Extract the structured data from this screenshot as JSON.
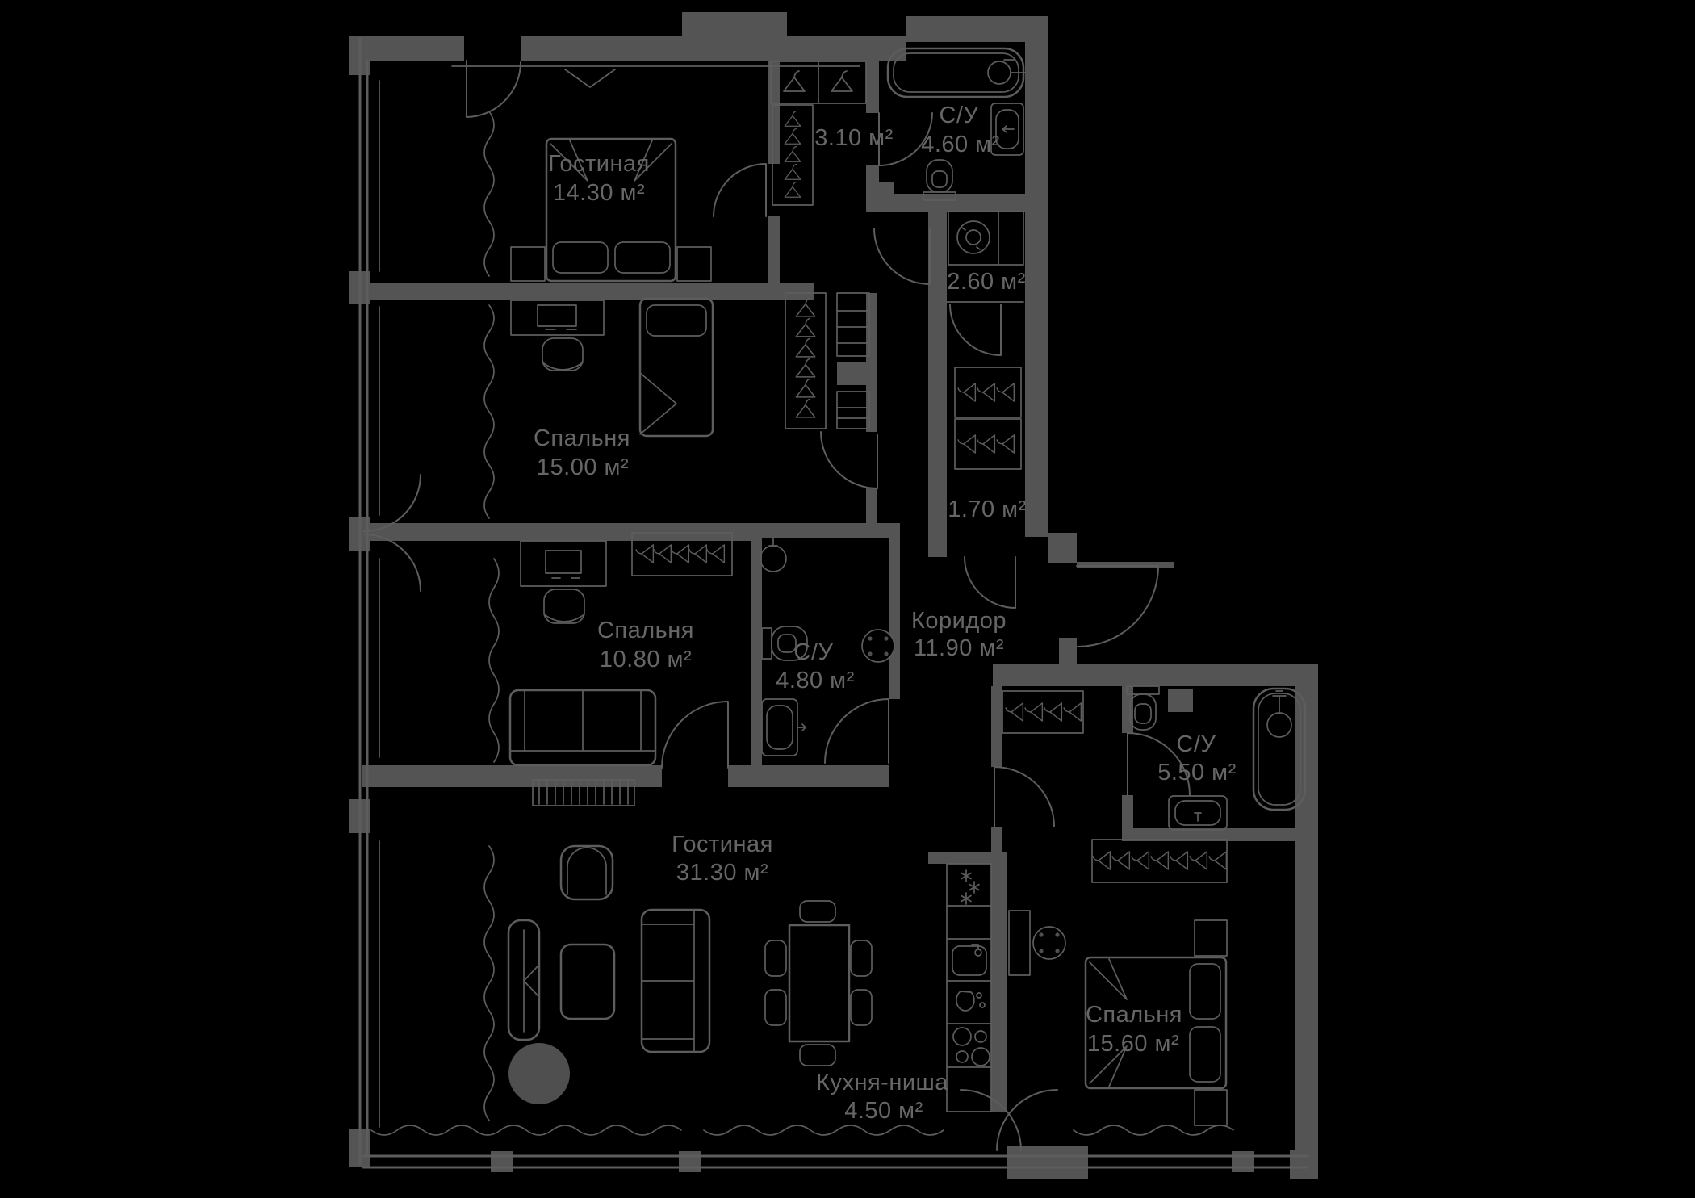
{
  "colors": {
    "background": "#000000",
    "wall": "#545454",
    "line": "#5d5d5d",
    "text": "#666666",
    "rug": "#4f4f4f"
  },
  "plan": {
    "type": "apartment-floor-plan",
    "unit": "м²",
    "rooms": [
      {
        "name": "Гостиная",
        "area": "14.30 м²"
      },
      {
        "name": "",
        "area": "3.10 м²"
      },
      {
        "name": "С/У",
        "area": "4.60 м²"
      },
      {
        "name": "",
        "area": "2.60 м²"
      },
      {
        "name": "Спальня",
        "area": "15.00 м²"
      },
      {
        "name": "",
        "area": "1.70 м²"
      },
      {
        "name": "Коридор",
        "area": "11.90 м²"
      },
      {
        "name": "Спальня",
        "area": "10.80 м²"
      },
      {
        "name": "С/У",
        "area": "4.80 м²"
      },
      {
        "name": "Гостиная",
        "area": "31.30 м²"
      },
      {
        "name": "Кухня-ниша",
        "area": "4.50 м²"
      },
      {
        "name": "С/У",
        "area": "5.50 м²"
      },
      {
        "name": "Спальня",
        "area": "15.60 м²"
      }
    ]
  }
}
